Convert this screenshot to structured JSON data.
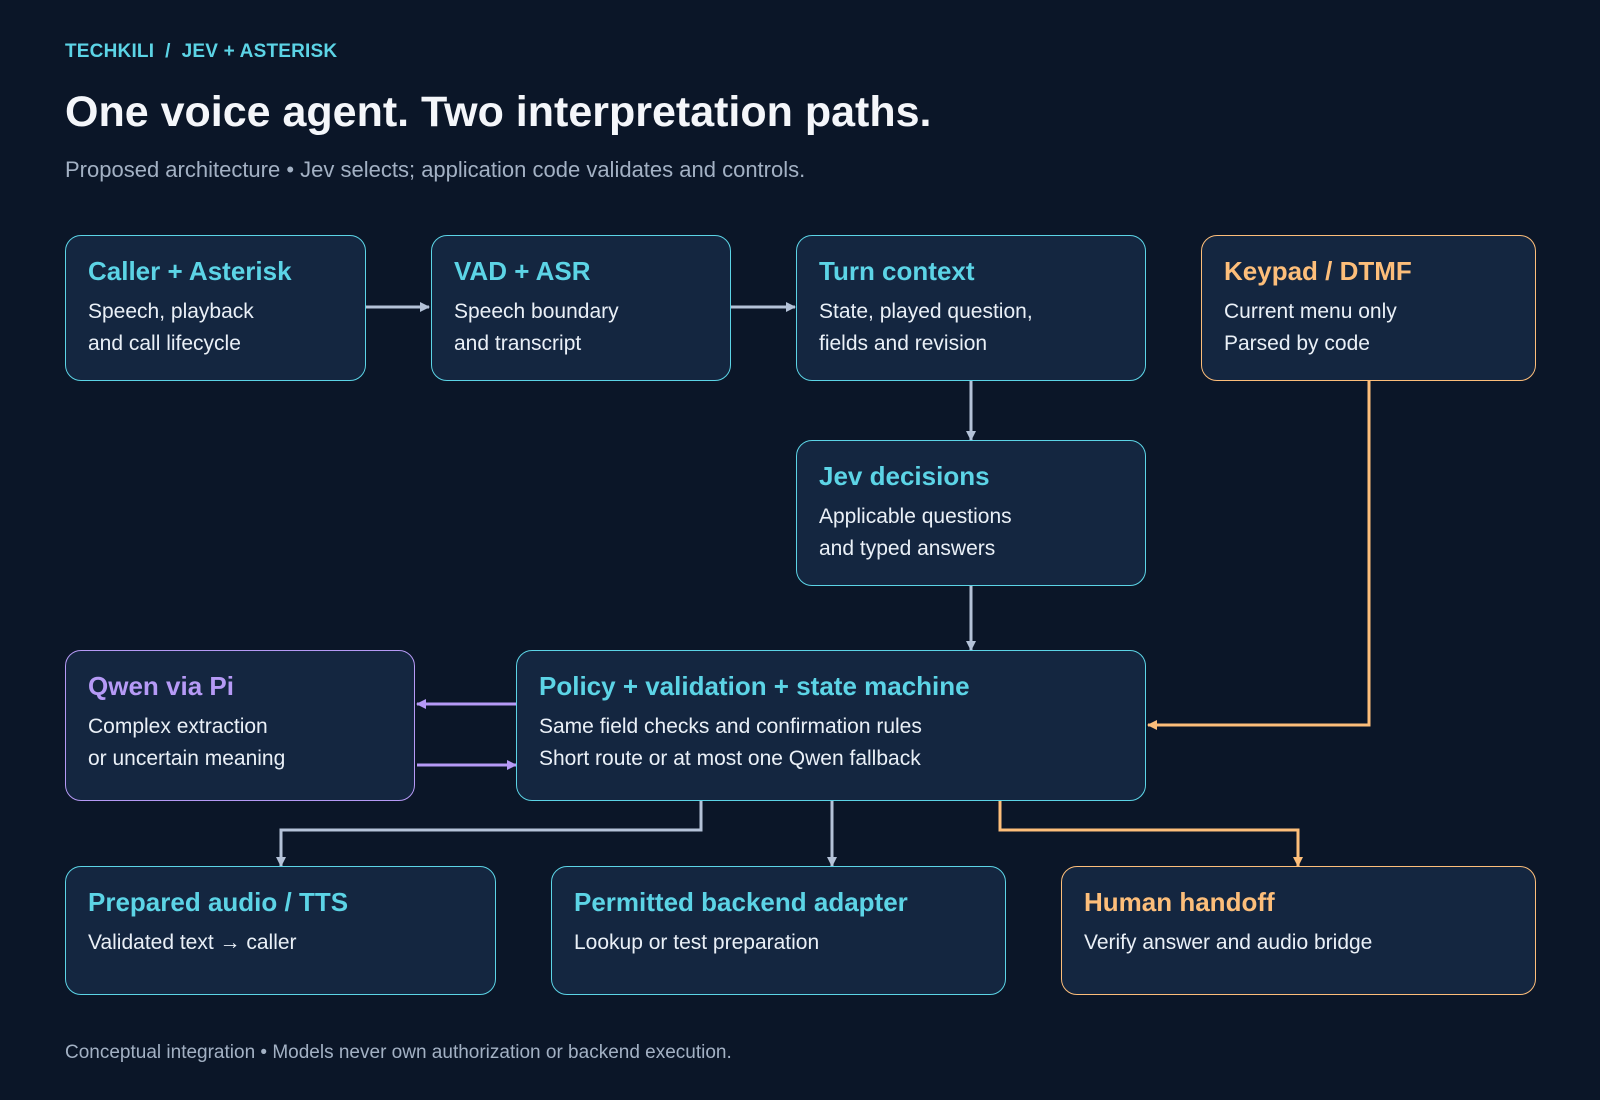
{
  "header": {
    "breadcrumb": "TECHKILI  /  JEV + ASTERISK",
    "title": "One voice agent. Two interpretation paths.",
    "subtitle": "Proposed architecture • Jev selects; application code validates and controls."
  },
  "nodes": {
    "caller": {
      "title": "Caller + Asterisk",
      "lines": [
        "Speech, playback",
        "and call lifecycle"
      ]
    },
    "vad": {
      "title": "VAD + ASR",
      "lines": [
        "Speech boundary",
        "and transcript"
      ]
    },
    "turn": {
      "title": "Turn context",
      "lines": [
        "State, played question,",
        "fields and revision"
      ]
    },
    "keypad": {
      "title": "Keypad / DTMF",
      "lines": [
        "Current menu only",
        "Parsed by code"
      ]
    },
    "jev": {
      "title": "Jev decisions",
      "lines": [
        "Applicable questions",
        "and typed answers"
      ]
    },
    "qwen": {
      "title": "Qwen via Pi",
      "lines": [
        "Complex extraction",
        "or uncertain meaning"
      ]
    },
    "policy": {
      "title": "Policy + validation + state machine",
      "lines": [
        "Same field checks and confirmation rules",
        "Short route or at most one Qwen fallback"
      ]
    },
    "audio": {
      "title": "Prepared audio / TTS",
      "lines": [
        "Validated text → caller"
      ]
    },
    "backend": {
      "title": "Permitted backend adapter",
      "lines": [
        "Lookup or test preparation"
      ]
    },
    "handoff": {
      "title": "Human handoff",
      "lines": [
        "Verify answer and audio bridge"
      ]
    }
  },
  "footer": "Conceptual integration • Models never own authorization or backend execution.",
  "colors": {
    "background": "#0b1628",
    "cyan": "#5cd4e6",
    "orange": "#fdbe7a",
    "purple": "#b69af6",
    "connector": "#b4c2d8",
    "box_fill": "#142640"
  }
}
